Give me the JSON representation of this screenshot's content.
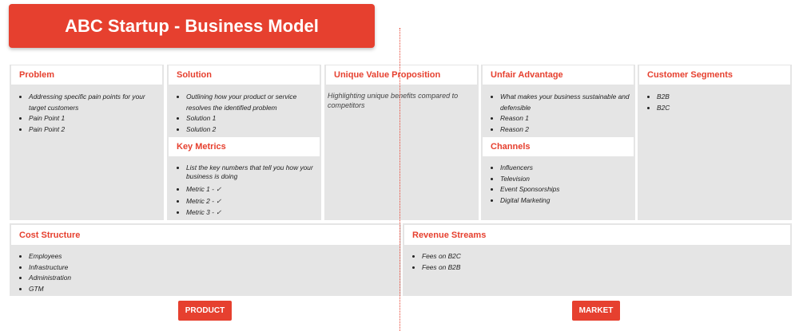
{
  "title": "ABC Startup - Business Model",
  "problem": {
    "header": "Problem",
    "items": [
      "Addressing specific pain points for your target customers",
      "Pain Point 1",
      "Pain Point 2"
    ]
  },
  "solution": {
    "header": "Solution",
    "items": [
      "Outlining how your product or service resolves the identified problem",
      "Solution 1",
      "Solution 2"
    ]
  },
  "key_metrics": {
    "header": "Key Metrics",
    "items": [
      "List the key numbers that tell you how your business is doing",
      "Metric 1 - ✓",
      "Metric 2 - ✓",
      "Metric 3 - ✓"
    ]
  },
  "uvp": {
    "header": "Unique Value Proposition",
    "text": "Highlighting unique benefits compared to competitors"
  },
  "unfair_advantage": {
    "header": "Unfair Advantage",
    "items": [
      "What makes your business sustainable and defensible",
      "Reason 1",
      "Reason 2"
    ]
  },
  "channels": {
    "header": "Channels",
    "items": [
      "Influencers",
      "Television",
      "Event Sponsorships",
      "Digital Marketing"
    ]
  },
  "customer_segments": {
    "header": "Customer Segments",
    "items": [
      "B2B",
      "B2C"
    ]
  },
  "cost_structure": {
    "header": "Cost Structure",
    "items": [
      "Employees",
      "Infrastructure",
      "Administration",
      "GTM"
    ]
  },
  "revenue_streams": {
    "header": "Revenue Streams",
    "items": [
      "Fees on B2C",
      "Fees on B2B"
    ]
  },
  "product_tag": "PRODUCT",
  "market_tag": "MARKET",
  "colors": {
    "accent": "#e6402f",
    "panel": "#e5e5e5",
    "header_bg": "#ffffff"
  }
}
